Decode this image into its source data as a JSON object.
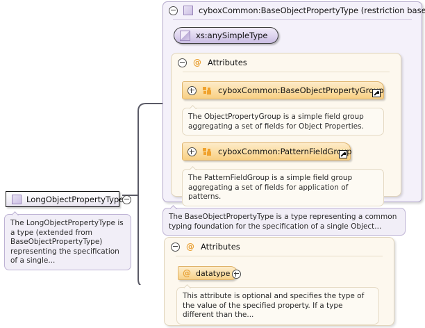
{
  "diagram": {
    "type": "xml-schema-component-diagram",
    "root": {
      "name": "LongObjectPropertyType",
      "icon": "complex-type-icon",
      "toggle": "minus-circle-icon",
      "annotation": "The LongObjectPropertyType is a type (extended from BaseObjectPropertyType) representing the specification of a single..."
    },
    "base_panel": {
      "title": "cyboxCommon:BaseObjectPropertyType (restriction base)",
      "toggle": "minus-circle-icon",
      "icon": "complex-type-icon",
      "simple_type": {
        "label": "xs:anySimpleType",
        "icon": "simple-type-icon"
      },
      "attributes_section": {
        "title": "Attributes",
        "toggle": "minus-circle-icon",
        "icon": "at-icon",
        "groups": [
          {
            "label": "cyboxCommon:BaseObjectPropertyGroup",
            "toggle": "plus-circle-icon",
            "icon": "attribute-group-icon",
            "link": "external-link-icon",
            "annotation": "The ObjectPropertyGroup is a simple field group aggregating a set of fields for Object Properties."
          },
          {
            "label": "cyboxCommon:PatternFieldGroup",
            "toggle": "plus-circle-icon",
            "icon": "attribute-group-icon",
            "link": "external-link-icon",
            "annotation": "The PatternFieldGroup is a simple field group aggregating a set of fields for application of patterns."
          }
        ]
      },
      "annotation": "The BaseObjectPropertyType is a type representing a common typing foundation for the specification of a single Object..."
    },
    "own_attributes_section": {
      "title": "Attributes",
      "toggle": "minus-circle-icon",
      "icon": "at-icon",
      "attributes": [
        {
          "name": "datatype",
          "icon": "at-icon",
          "toggle": "plus-circle-icon",
          "annotation": "This attribute is optional and specifies the type of the value of the specified property. If a type different than the..."
        }
      ]
    },
    "colors": {
      "panel_purple_bg": "#f4f1fa",
      "panel_purple_border": "#b3a8cb",
      "attr_cream_bg": "#fdf8ee",
      "attr_cream_border": "#e0d4bb",
      "group_orange": "#fbdda3",
      "group_orange_border": "#dfb36a",
      "at_icon_orange": "#e9a33a",
      "annotation_purple_bg": "#f1eef7",
      "connector_line": "#5a5a66"
    }
  }
}
